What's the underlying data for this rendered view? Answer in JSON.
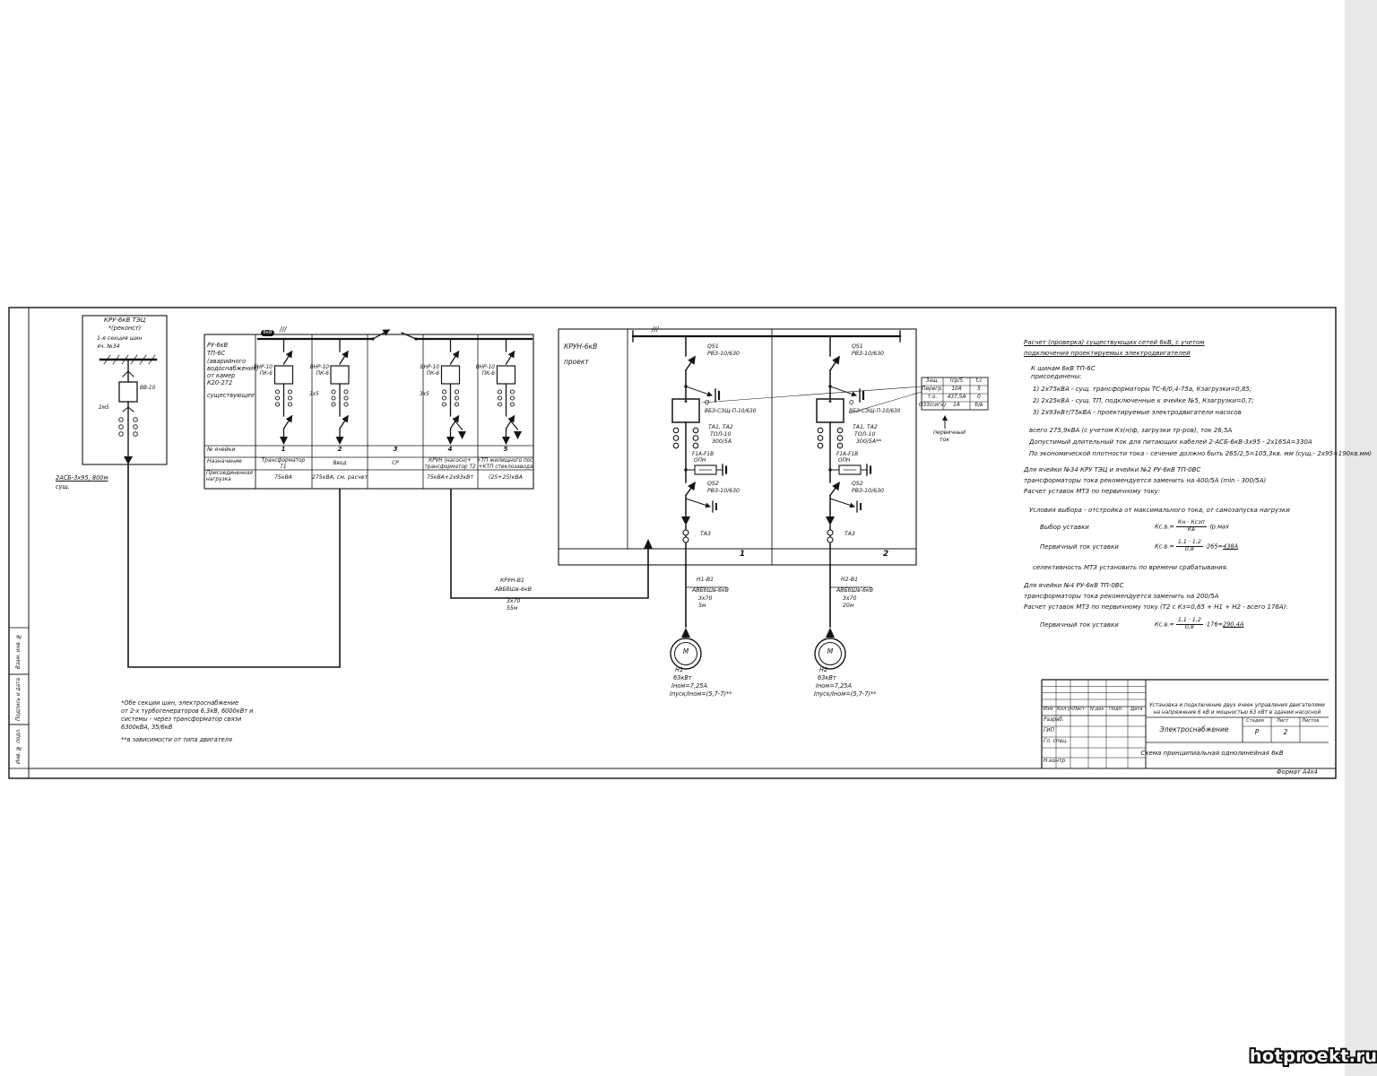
{
  "watermark": "hotproekt.ru",
  "frame": {
    "stamp_side": [
      "Взам. инв. №",
      "Подпись и дата",
      "Инв. № подл."
    ],
    "format": "Формат А4х4"
  },
  "kru": {
    "title": "КРУ-6кВ ТЭЦ",
    "subtitle": "*(реконст)",
    "bus1": "1-я секция шин",
    "bus2": "яч. №34",
    "breaker": "ВВ-10",
    "ct": "2м5",
    "cable1": "2АСБ-3х95, 800м",
    "cable2": "сущ."
  },
  "ru": {
    "h1": "РУ-6кВ",
    "h2": "ТП-6С",
    "h3": "(аварийного",
    "h4": "водоснабжения)",
    "h5": "от камер",
    "h6": "К20-272",
    "h7": "существующее",
    "bus_v": "6кВ",
    "hatch": "///",
    "sw": "ВНР-10",
    "fuse": "ПК-6",
    "ct": "3х5",
    "row1": "№ ячейки",
    "row2": "Назначение",
    "row3a": "Присоединенная",
    "row3b": "нагрузка",
    "cells": [
      {
        "num": "1",
        "n1": "Трансформатор",
        "n2": "Т1",
        "load": "75кВА"
      },
      {
        "num": "2",
        "n1": "Ввод",
        "n2": "",
        "load": "275кВА, см. расчет"
      },
      {
        "num": "3",
        "n1": "СР",
        "n2": "",
        "load": ""
      },
      {
        "num": "4",
        "n1": "КРУН (насосн)+",
        "n2": "трансформатор Т2",
        "load": "75кВА+2х93кВт"
      },
      {
        "num": "5",
        "n1": "+ТП жилищного пос.",
        "n2": "+КТП стеклозавода",
        "load": "(25+25)кВА"
      }
    ]
  },
  "krun": {
    "l1": "КРУН-6кВ",
    "l2": "проект",
    "hatch": "///",
    "num1": "1",
    "num2": "2",
    "cells": [
      {
        "qs1": "QS1",
        "qs1t": "РВЗ-10/630",
        "q": "Q",
        "qt": "ВБЭ-СЭЩ-П-10/630",
        "ta": "ТА1, ТА2",
        "tat": "ТОЛ-10",
        "tar": "300/5А",
        "f": "F1А-F1В",
        "ft": "ОПН",
        "qs2": "QS2",
        "qs2t": "РВЗ-10/630",
        "ta3": "ТА3"
      },
      {
        "qs1": "QS1",
        "qs1t": "РВЗ-10/630",
        "q": "Q",
        "qt": "ВБЭ-СЭЩ-П-10/630",
        "ta": "ТА1, ТА2",
        "tat": "ТОЛ-10",
        "tar": "300/5А**",
        "f": "F1А-F1В",
        "ft": "ОПН",
        "qs2": "QS2",
        "qs2t": "РВЗ-10/630",
        "ta3": "ТА3"
      }
    ]
  },
  "cable_krun": {
    "n": "КРУН-В1",
    "t": "АВБбШв-6кВ",
    "s": "3х70",
    "len": "55м"
  },
  "motors": [
    {
      "cable": "Н1-В1",
      "t": "АВБбШв-6кВ",
      "s": "3х70",
      "len": "5м",
      "m": "М",
      "name": "Н1",
      "p": "63кВт",
      "i": "Iном=7,25А",
      "ist": "Iпуск/Iном=(5,7-7)**"
    },
    {
      "cable": "Н2-В1",
      "t": "АВБбШв-6кВ",
      "s": "3х70",
      "len": "20м",
      "m": "М",
      "name": "Н2",
      "p": "63кВт",
      "i": "Iном=7,25А",
      "ist": "Iпуск/Iном=(5,7-7)**"
    }
  ],
  "prot": {
    "h": [
      "Защ.",
      "Iср/5",
      "t,с"
    ],
    "rows": [
      [
        "Перегр.",
        "10А",
        "5"
      ],
      [
        "т.о.",
        "437,5А",
        "0"
      ],
      [
        "ОЗЗ(сигн)",
        "1А",
        "б/в"
      ]
    ],
    "a1": "первичный",
    "a2": "ток"
  },
  "calc": {
    "t1": "Расчет (проверка) существующих сетей 6кВ, с учетом",
    "t2": "подключения проектируемых электродвигателей",
    "l1": "К шинам 6кВ ТП-6С",
    "l2": "присоединены:",
    "l3": "1) 2х75кВА - сущ. трансформаторы ТС-6/0,4-75а, Кзагрузки=0,85;",
    "l4": "2) 2х25кВА - сущ. ТП, подключенные к ячейке №5, Кзагрузки=0,7;",
    "l5": "3) 2х93кВт/75кВА - проектируемые электродвигатели насосов",
    "l6": "всего 275,9кВА (с учетом Кз(н)ф, загрузки тр-ров), ток 26,5А",
    "l7": "Допустимый длительный ток для питающих кабелей 2-АСБ-6кВ-3х95 - 2х165А=330А",
    "l8": "По экономической плотности тока - сечение должно быть 265/2,5=105,3кв. мм (сущ.- 2х95=190кв.мм)",
    "l9": "Для ячейки №34 КРУ ТЭЦ и ячейки №2 РУ-6кВ ТП-0ВС",
    "l10": "трансформаторы тока рекомендуется заменить на 400/5А (min - 300/5А)",
    "l11": "Расчет уставок МТЗ по первичному току:",
    "l12": "Условия выбора - отстройка от максимального тока, от самозапуска нагрузки",
    "l13": "Выбор уставки",
    "f1pre": "Кс.в.=",
    "f1n": "Кн · Ксзп",
    "f1d": "Кв",
    "f1post": "·Iр.мах",
    "l14": "Первичный ток уставки",
    "f2n": "1,1 · 1,2",
    "f2d": "0,8",
    "f2post": "·265=",
    "f2res": "438А",
    "l15": "селективность МТЗ установить по времени срабатывания.",
    "l16": "Для ячейки №4 РУ-6кВ ТП-0ВС",
    "l17": "трансформаторы тока рекомендуется заменить на 200/5А",
    "l18": "Расчет уставок МТЗ по первичному току (Т2 с Кз=0,65 + Н1 + Н2 - всего 176А):",
    "l19": "Первичный ток уставки",
    "f3post": "·176=",
    "f3res": "290,4А"
  },
  "notes": {
    "n1": "*Обе секции шин, электроснабжение",
    "n2": "от 2-х турбогенераторов 6,3кВ, 6000кВт и",
    "n3": "системы - через трансформатор связи",
    "n4": "6300кВА, 35/6кВ",
    "n5": "**в зависимости от типа двигателя"
  },
  "stamp": {
    "cols": [
      "Изм",
      "Кол.уч",
      "Лист",
      "N док",
      "Подп.",
      "Дата"
    ],
    "r1": "Разраб.",
    "r2": "ГИП",
    "r3": "Гл. спец.",
    "r4": "Н.контр.",
    "p1": "Установка и подключение двух ячеек управления двигателями",
    "p2": "на напряжение 6 кВ и мощностью 63 кВт в здании насосной",
    "obj": "Электроснабжение",
    "doc": "Схема принципиальная однолинейная 6кВ",
    "st_l": "Стадия",
    "sh_l": "Лист",
    "shs_l": "Листов",
    "st": "Р",
    "sh": "2",
    "shs": ""
  }
}
